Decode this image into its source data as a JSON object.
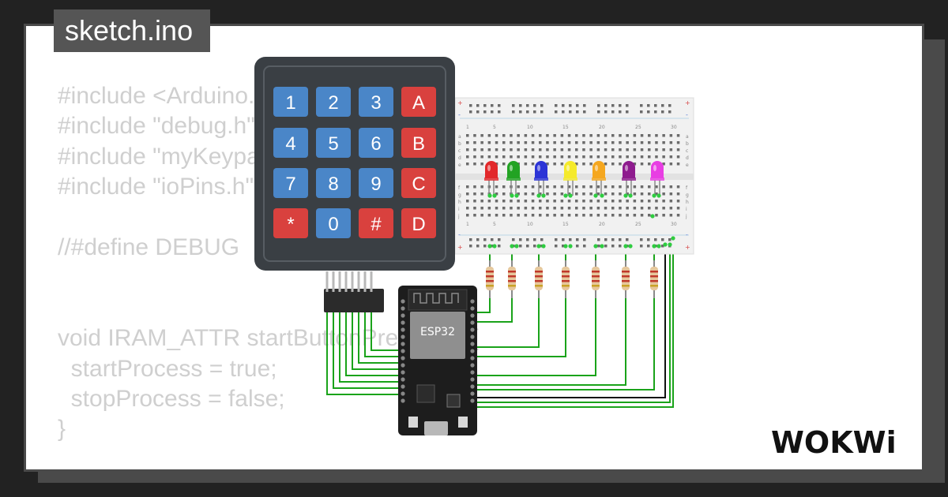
{
  "tab": {
    "title": "sketch.ino"
  },
  "code_lines": [
    "#include <Arduino.h>",
    "#include \"debug.h\"",
    "#include \"myKeypad.h\"",
    "#include \"ioPins.h\"",
    "",
    "//#define DEBUG",
    "",
    "",
    "void IRAM_ATTR startButtonPressed() {",
    "  startProcess = true;",
    "  stopProcess = false;",
    "}"
  ],
  "keypad": {
    "keys": [
      "1",
      "2",
      "3",
      "A",
      "4",
      "5",
      "6",
      "B",
      "7",
      "8",
      "9",
      "C",
      "*",
      "0",
      "#",
      "D"
    ],
    "key_colors": {
      "number": "#4a86c8",
      "letter": "#d9413e"
    }
  },
  "esp32": {
    "chip_label": "ESP32"
  },
  "breadboard": {
    "column_numbers": [
      "1",
      "5",
      "10",
      "15",
      "20",
      "25",
      "30"
    ],
    "row_letters_top": [
      "a",
      "b",
      "c",
      "d",
      "e"
    ],
    "row_letters_bottom": [
      "f",
      "g",
      "h",
      "i",
      "j"
    ],
    "rail_plus": "+",
    "rail_minus": "-"
  },
  "leds": {
    "colors": [
      "#e2282a",
      "#22a323",
      "#2c34d6",
      "#f5ea2a",
      "#f5a71f",
      "#8e1b8e",
      "#e83ee3"
    ]
  },
  "colors": {
    "wire": "#1aa31a",
    "background": "#222222",
    "card": "#ffffff",
    "frame": "#4a4a4a"
  },
  "brand": {
    "logo_text": "WOKWi"
  }
}
